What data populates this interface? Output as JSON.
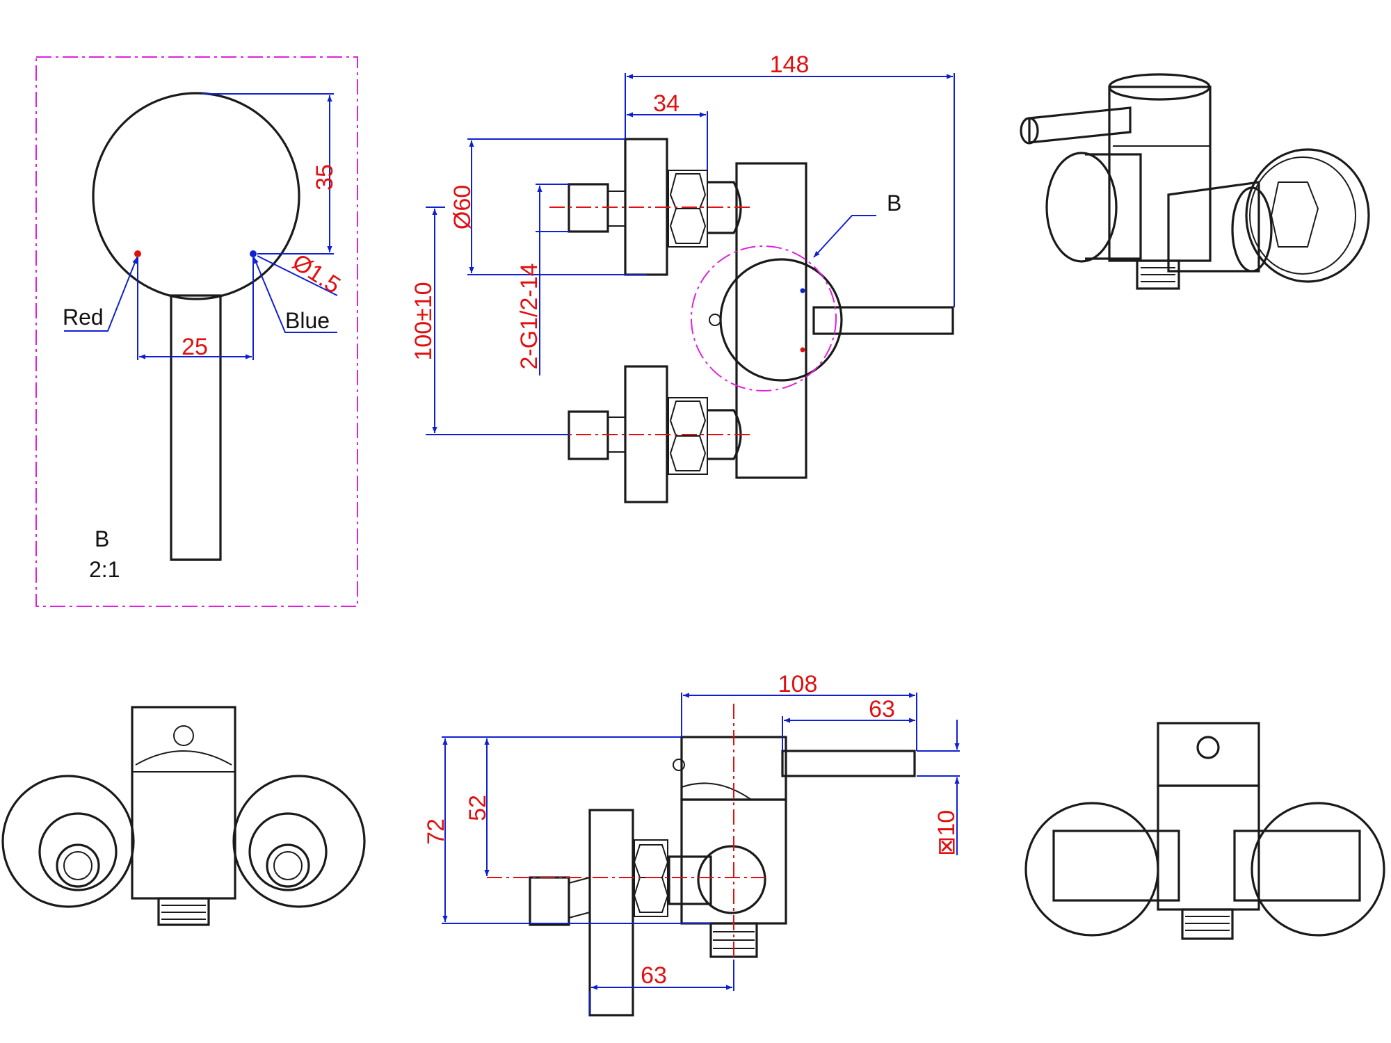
{
  "detail_view": {
    "callout": "B",
    "scale": "2:1",
    "red_label": "Red",
    "blue_label": "Blue",
    "dim_25": "25",
    "dim_35": "35",
    "dim_dot": "Ø1.5"
  },
  "front_view": {
    "dim_148": "148",
    "dim_34": "34",
    "dim_60": "Ø60",
    "dim_100": "100±10",
    "dim_thread": "2-G1/2-14",
    "callout": "B"
  },
  "side_view": {
    "dim_108": "108",
    "dim_63_top": "63",
    "dim_72": "72",
    "dim_52": "52",
    "dim_10": "⊠10",
    "dim_63_bottom": "63"
  },
  "colors": {
    "outline": "#1a1a1a",
    "dimension": "#1020d0",
    "dimension_text": "#e01010",
    "center_line": "#e01010",
    "detail_border": "#e020e0"
  }
}
